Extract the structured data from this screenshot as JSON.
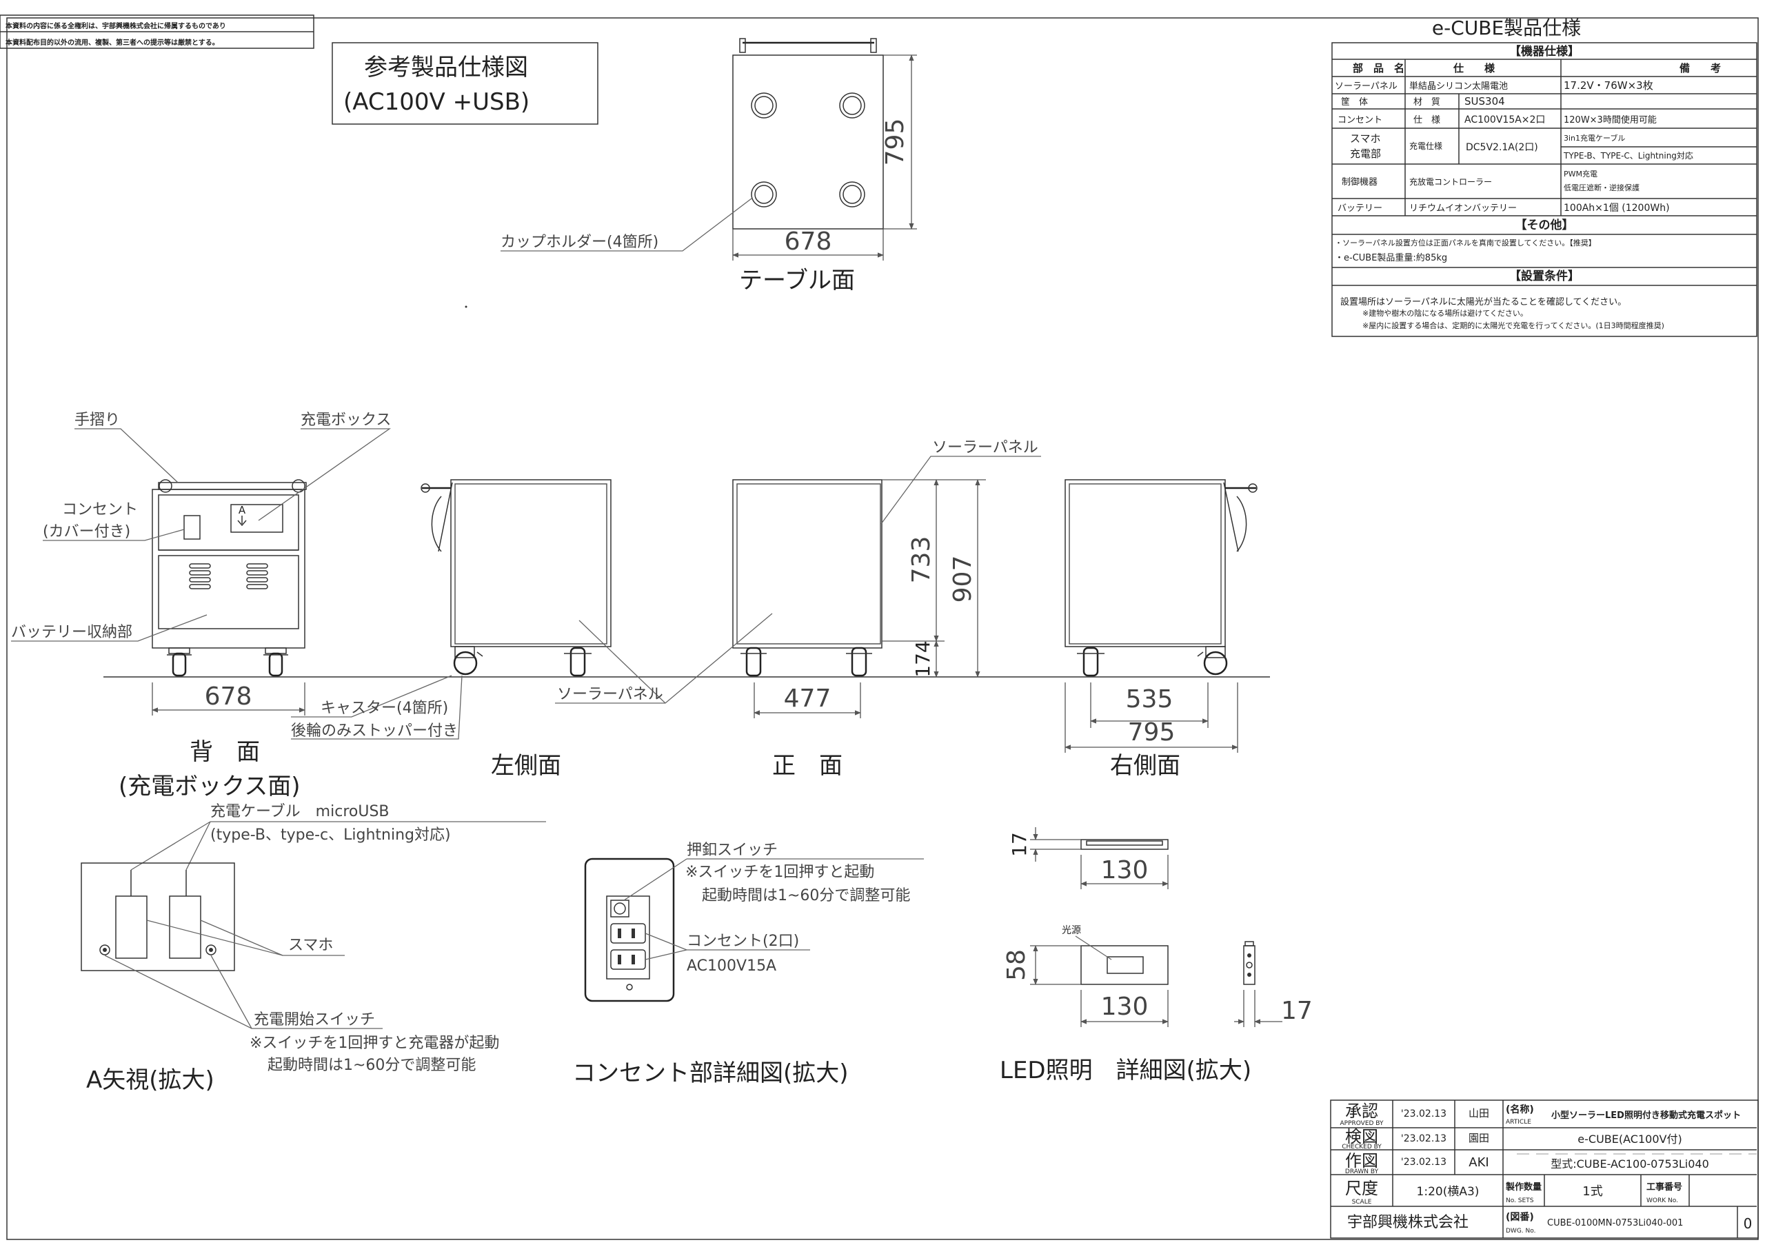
{
  "notice": {
    "line1": "本資料の内容に係る全権利は、宇部興機株式会社に帰属するものであり",
    "line2": "本資料配布目的以外の流用、複製、第三者への提示等は厳禁とする。"
  },
  "ref_title": {
    "line1": "参考製品仕様図",
    "line2": "(AC100V +USB)"
  },
  "table_view": {
    "title": "テーブル面",
    "cup_label": "カップホルダー(4箇所)",
    "dim_width": "678",
    "dim_depth": "795"
  },
  "views": {
    "back": {
      "title1": "背　面",
      "title2": "(充電ボックス面)",
      "handrail": "手摺り",
      "charge_box": "充電ボックス",
      "outlet1": "コンセント",
      "outlet2": "(カバー付き)",
      "battery": "バッテリー収納部",
      "arrow_a": "A",
      "dim_width": "678"
    },
    "left": {
      "title": "左側面",
      "caster1": "キャスター(4箇所)",
      "caster2": "後輪のみストッパー付き"
    },
    "front": {
      "title": "正　面",
      "solar_top": "ソーラーパネル",
      "solar_mid": "ソーラーパネル",
      "dim_477": "477",
      "dim_733": "733",
      "dim_907": "907",
      "dim_174": "174"
    },
    "right": {
      "title": "右側面",
      "dim_535": "535",
      "dim_795": "795"
    }
  },
  "a_view": {
    "title": "A矢視(拡大)",
    "cable1": "充電ケーブル　microUSB",
    "cable2": "(type-B、type-c、Lightning対応)",
    "phone": "スマホ",
    "switch": "充電開始スイッチ",
    "note1": "※スイッチを1回押すと充電器が起動",
    "note2": "起動時間は1~60分で調整可能"
  },
  "outlet_detail": {
    "title": "コンセント部詳細図(拡大)",
    "switch": "押釦スイッチ",
    "note1": "※スイッチを1回押すと起動",
    "note2": "起動時間は1~60分で調整可能",
    "outlet1": "コンセント(2口)",
    "outlet2": "AC100V15A"
  },
  "led_detail": {
    "title": "LED照明　詳細図(拡大)",
    "light_source": "光源",
    "dim_17a": "17",
    "dim_130a": "130",
    "dim_58": "58",
    "dim_130b": "130",
    "dim_17b": "17"
  },
  "spec": {
    "title": "e-CUBE製品仕様",
    "section_equipment": "【機器仕様】",
    "header": {
      "part": "部　品　名",
      "spec": "仕　　様",
      "remark": "備　　考"
    },
    "rows": [
      {
        "part": "ソーラーパネル",
        "sub": "",
        "spec": "単結晶シリコン太陽電池",
        "remark": "17.2V・76W×3枚",
        "remark2": ""
      },
      {
        "part": "筐　体",
        "sub": "材　質",
        "spec": "SUS304",
        "remark": "",
        "remark2": ""
      },
      {
        "part": "コンセント",
        "sub": "仕　様",
        "spec": "AC100V15A×2口",
        "remark": "120W×3時間使用可能",
        "remark2": ""
      },
      {
        "part": "スマホ",
        "part2": "充電部",
        "sub": "充電仕様",
        "spec": "DC5V2.1A(2口)",
        "remark": "3in1充電ケーブル",
        "remark2": "TYPE-B、TYPE-C、Lightning対応"
      },
      {
        "part": "制御機器",
        "sub": "",
        "spec": "充放電コントローラー",
        "remark": "PWM充電",
        "remark2": "低電圧遮断・逆接保護"
      },
      {
        "part": "バッテリー",
        "sub": "",
        "spec": "リチウムイオンバッテリー",
        "remark": "100Ah×1個 (1200Wh)",
        "remark2": ""
      }
    ],
    "section_other": "【その他】",
    "other1": "・ソーラーパネル設置方位は正面パネルを真南で設置してください。【推奨】",
    "other2": "・e-CUBE製品重量:約85kg",
    "section_install": "【設置条件】",
    "install1": "設置場所はソーラーパネルに太陽光が当たることを確認してください。",
    "install2": "※建物や樹木の陰になる場所は避けてください。",
    "install3": "※屋内に設置する場合は、定期的に太陽光で充電を行ってください。(1日3時間程度推奨)"
  },
  "title_block": {
    "approved": {
      "label": "承認",
      "sub": "APPROVED BY",
      "date": "'23.02.13",
      "name": "山田"
    },
    "checked": {
      "label": "検図",
      "sub": "CHECKED BY",
      "date": "'23.02.13",
      "name": "園田"
    },
    "drawn": {
      "label": "作図",
      "sub": "DRAWN BY",
      "date": "'23.02.13",
      "name": "AKI"
    },
    "scale": {
      "label": "尺度",
      "sub": "SCALE",
      "value": "1:20(横A3)"
    },
    "article_label": "(名称)",
    "article_sub": "ARTICLE",
    "article_name": "小型ソーラーLED照明付き移動式充電スポット",
    "article_model": "e-CUBE(AC100V付)",
    "model_no": "型式:CUBE-AC100-0753Li040",
    "qty_label": "製作数量",
    "qty_sub": "No. SETS",
    "qty_value": "1式",
    "work_label": "工事番号",
    "work_sub": "WORK No.",
    "company": "宇部興機株式会社",
    "dwg_label": "(図番)",
    "dwg_sub": "DWG. No.",
    "dwg_no": "CUBE-0100MN-0753Li040-001",
    "rev": "0"
  }
}
